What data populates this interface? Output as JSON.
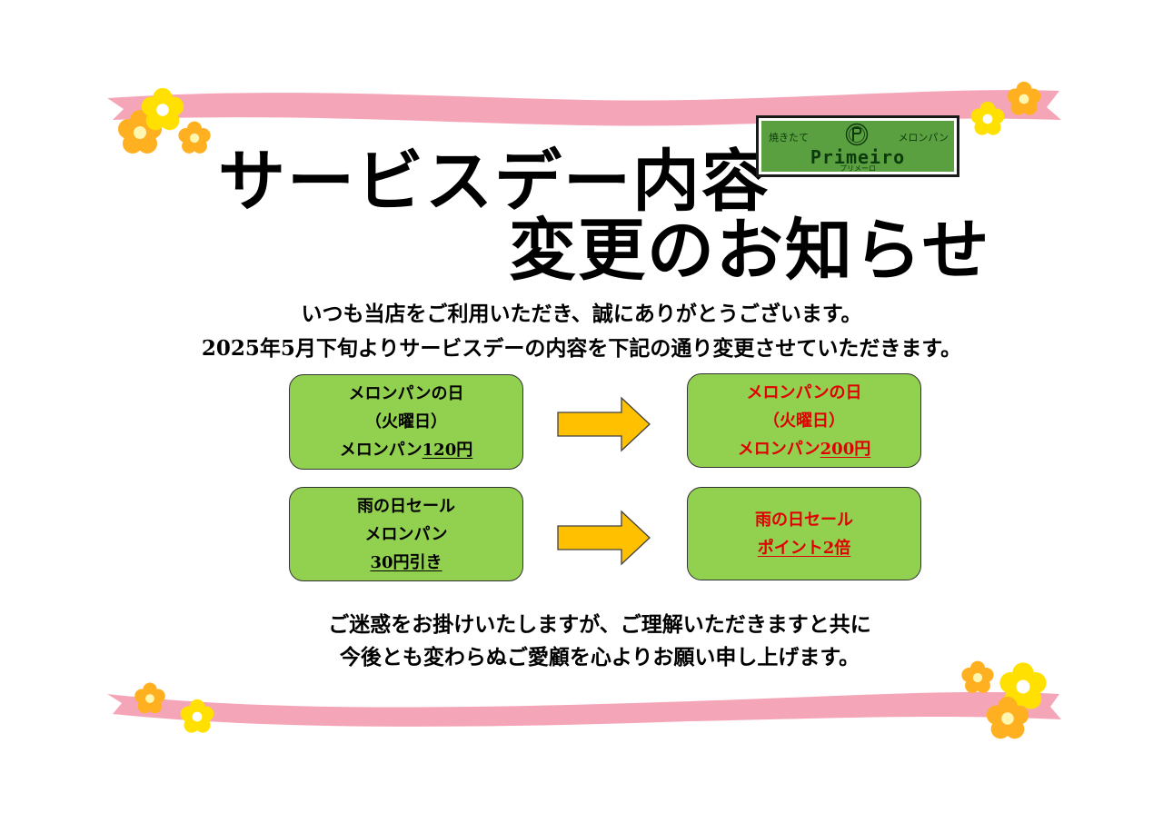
{
  "title": {
    "line1": "サービスデー内容",
    "line2": "変更のお知らせ"
  },
  "logo": {
    "left_text": "焼きたて",
    "right_text": "メロンパン",
    "brand": "Primeiro",
    "sub": "プリメーロ"
  },
  "intro": {
    "line1": "いつも当店をご利用いただき、誠にありがとうございます。",
    "line2": "2025年5月下旬よりサービスデーの内容を下記の通り変更させていただきます。"
  },
  "changes": [
    {
      "before": {
        "line1": "メロンパンの日",
        "line2": "（火曜日）",
        "line3_prefix": "メロンパン",
        "line3_underlined": "120円"
      },
      "after": {
        "line1": "メロンパンの日",
        "line2": "（火曜日）",
        "line3_prefix": "メロンパン",
        "line3_underlined": "200円"
      }
    },
    {
      "before": {
        "line1": "雨の日セール",
        "line2": "メロンパン",
        "line3_underlined": "30円引き"
      },
      "after": {
        "line1": "雨の日セール",
        "line2_underlined": "ポイント2倍"
      }
    }
  ],
  "closing": {
    "line1": "ご迷惑をお掛けいたしますが、ご理解いただきますと共に",
    "line2": "今後とも変わらぬご愛顧を心よりお願い申し上げます。"
  },
  "colors": {
    "box_green": "#92d050",
    "arrow_fill": "#ffc000",
    "new_text_red": "#e00000",
    "ribbon_pink": "#f4a6b8",
    "flower_yellow": "#ffe000",
    "flower_orange": "#ffb020",
    "logo_green": "#5aa040"
  },
  "icons": [
    "flower-icon",
    "arrow-right-icon",
    "primeiro-emblem-icon"
  ]
}
